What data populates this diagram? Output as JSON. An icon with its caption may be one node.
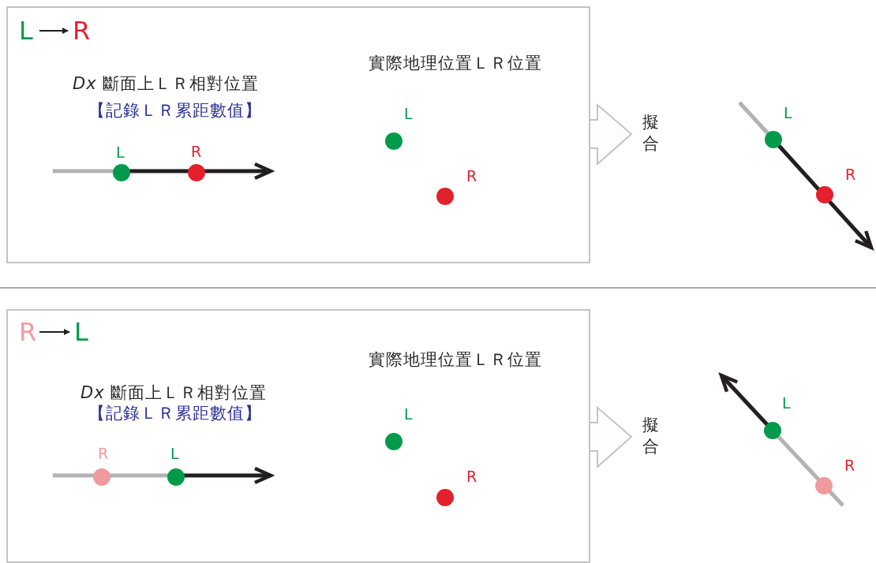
{
  "diagram": {
    "nodes": [
      {
        "text": [],
        "shape": "box"
      },
      {
        "text": [
          "L"
        ],
        "in": 0
      },
      {
        "text": [
          "R"
        ],
        "in": 0
      },
      {
        "text": [
          "L"
        ],
        "in": 0
      },
      {
        "text": [
          "R"
        ],
        "in": 0
      },
      {
        "text": [
          "L"
        ],
        "in": 0
      },
      {
        "text": [
          "R"
        ],
        "in": 0
      },
      {
        "text": [
          "L"
        ]
      },
      {
        "text": [
          "R"
        ]
      },
      {
        "text": [],
        "shape": "box"
      },
      {
        "text": [
          "R"
        ],
        "in": 9
      },
      {
        "text": [
          "L"
        ],
        "in": 9
      },
      {
        "text": [
          "R"
        ],
        "in": 9
      },
      {
        "text": [
          "L"
        ],
        "in": 9
      },
      {
        "text": [
          "L"
        ],
        "in": 9
      },
      {
        "text": [
          "R"
        ],
        "in": 9
      },
      {
        "text": [
          "L"
        ]
      },
      {
        "text": [
          "R"
        ]
      }
    ],
    "edges": [
      {
        "from": 1,
        "to": 2,
        "arrow": "to"
      },
      {
        "from": 0,
        "to": null,
        "arrow": "to",
        "label": "擬合"
      },
      {
        "from": 10,
        "to": 11,
        "arrow": "to"
      },
      {
        "from": 9,
        "to": null,
        "arrow": "to",
        "label": "擬合"
      }
    ],
    "labels": [
      "實際地理位置ＬＲ位置",
      "*Dx* 斷面上ＬＲ相對位置",
      "【記錄ＬＲ累距數值】",
      "實際地理位置ＬＲ位置",
      "*Dx* 斷面上ＬＲ相對位置",
      "【記錄ＬＲ累距數值】"
    ]
  }
}
